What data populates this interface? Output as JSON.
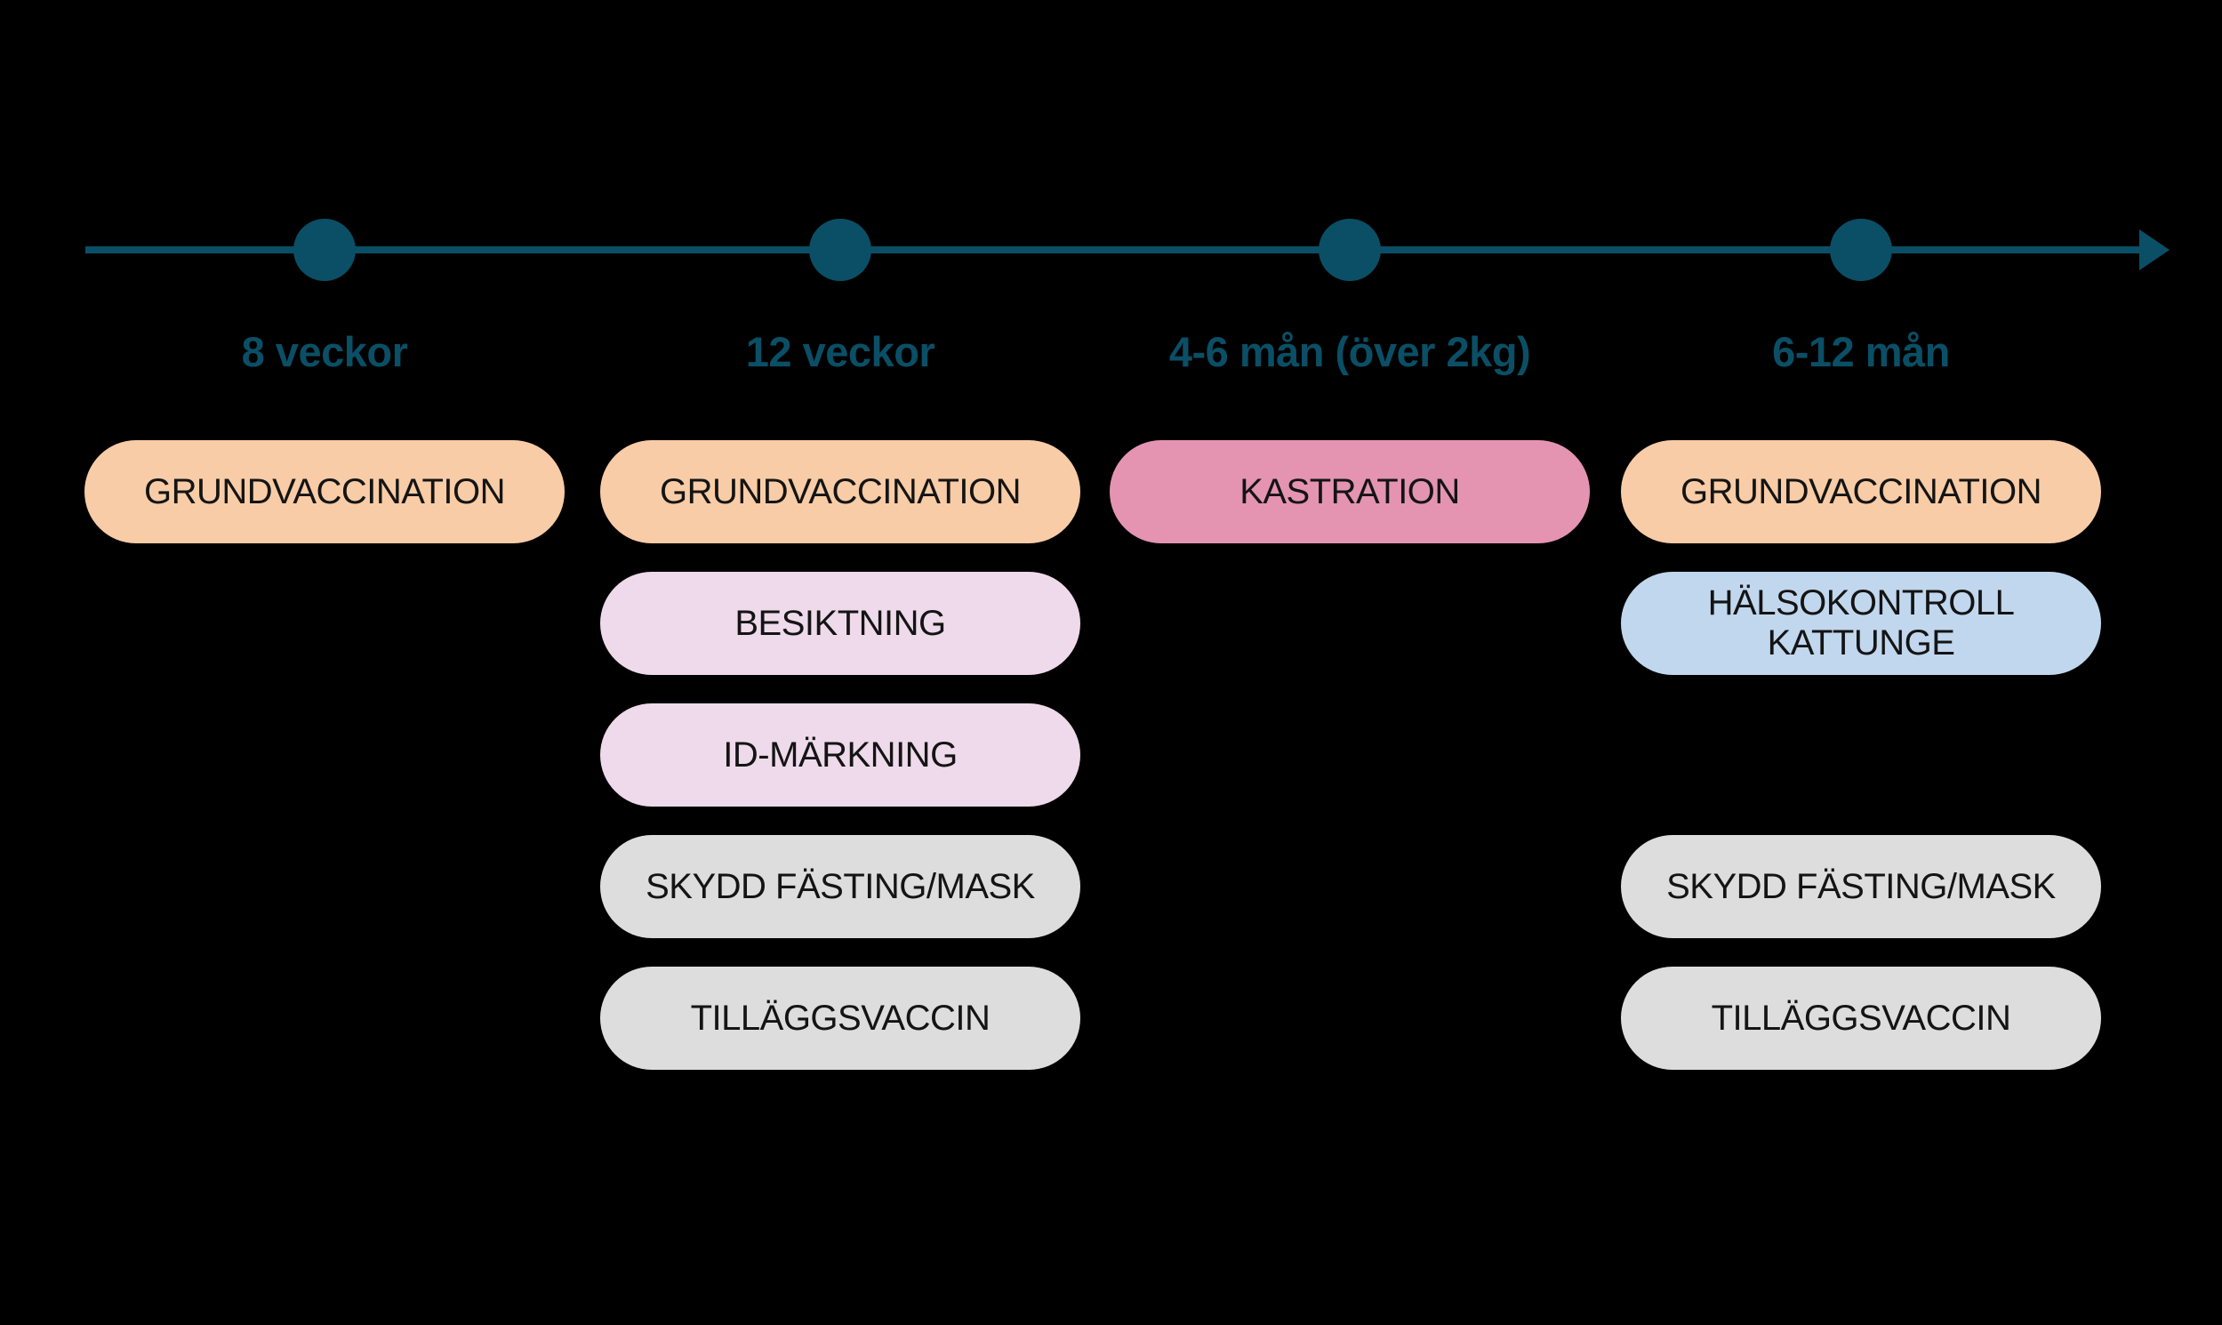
{
  "colors": {
    "background": "#000000",
    "teal": "#0A4F66",
    "peach": "#F8CCA6",
    "pink": "#E494B1",
    "lavender": "#EEDAEB",
    "gray": "#DDDDDD",
    "blue": "#C1D7EE",
    "pill-text": "#141414"
  },
  "timeline": {
    "milestones": [
      {
        "label": "8 veckor",
        "items": [
          {
            "label": "GRUNDVACCINATION",
            "color": "#F8CCA6"
          }
        ]
      },
      {
        "label": "12 veckor",
        "items": [
          {
            "label": "GRUNDVACCINATION",
            "color": "#F8CCA6"
          },
          {
            "label": "BESIKTNING",
            "color": "#EEDAEB"
          },
          {
            "label": "ID-MÄRKNING",
            "color": "#EEDAEB"
          },
          {
            "label": "SKYDD FÄSTING/MASK",
            "color": "#DDDDDD"
          },
          {
            "label": "TILLÄGGSVACCIN",
            "color": "#DDDDDD"
          }
        ]
      },
      {
        "label": "4-6 mån (över 2kg)",
        "items": [
          {
            "label": "KASTRATION",
            "color": "#E494B1"
          }
        ]
      },
      {
        "label": "6-12 mån",
        "items": [
          {
            "label": "GRUNDVACCINATION",
            "color": "#F8CCA6"
          },
          {
            "label": "HÄLSOKONTROLL KATTUNGE",
            "color": "#C1D7EE"
          },
          {
            "label": "SKYDD FÄSTING/MASK",
            "color": "#DDDDDD"
          },
          {
            "label": "TILLÄGGSVACCIN",
            "color": "#DDDDDD"
          }
        ]
      }
    ]
  }
}
